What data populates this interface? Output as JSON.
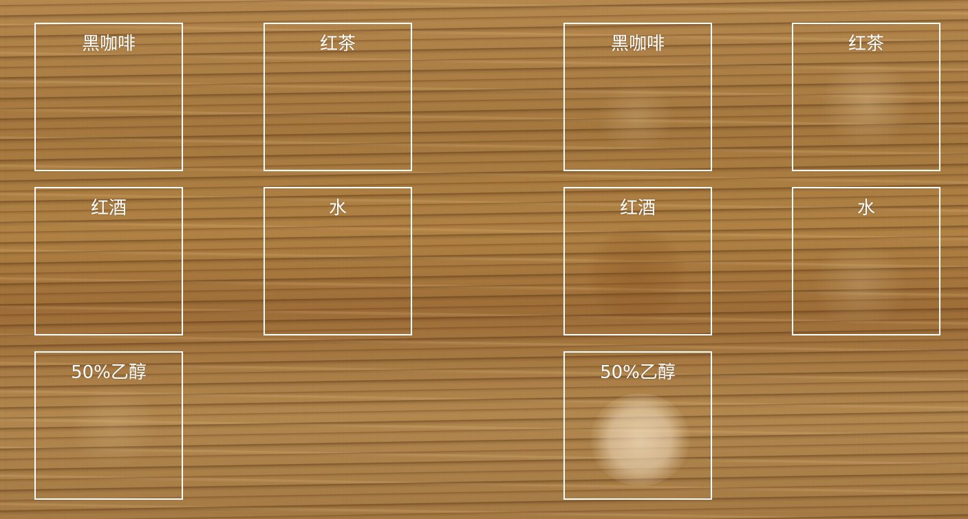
{
  "image": {
    "subject": "wood-surface-stain-test",
    "colors": {
      "wood_base": "#b08044",
      "grain_dark": "#5a2e0c",
      "box_stroke": "#ffffff",
      "label_text": "#ffffff"
    }
  },
  "left_group": {
    "samples": [
      {
        "label": "黑咖啡"
      },
      {
        "label": "红茶"
      },
      {
        "label": "红酒"
      },
      {
        "label": "水"
      },
      {
        "label": "50%乙醇"
      }
    ]
  },
  "right_group": {
    "samples": [
      {
        "label": "黑咖啡"
      },
      {
        "label": "红茶"
      },
      {
        "label": "红酒"
      },
      {
        "label": "水"
      },
      {
        "label": "50%乙醇"
      }
    ]
  }
}
